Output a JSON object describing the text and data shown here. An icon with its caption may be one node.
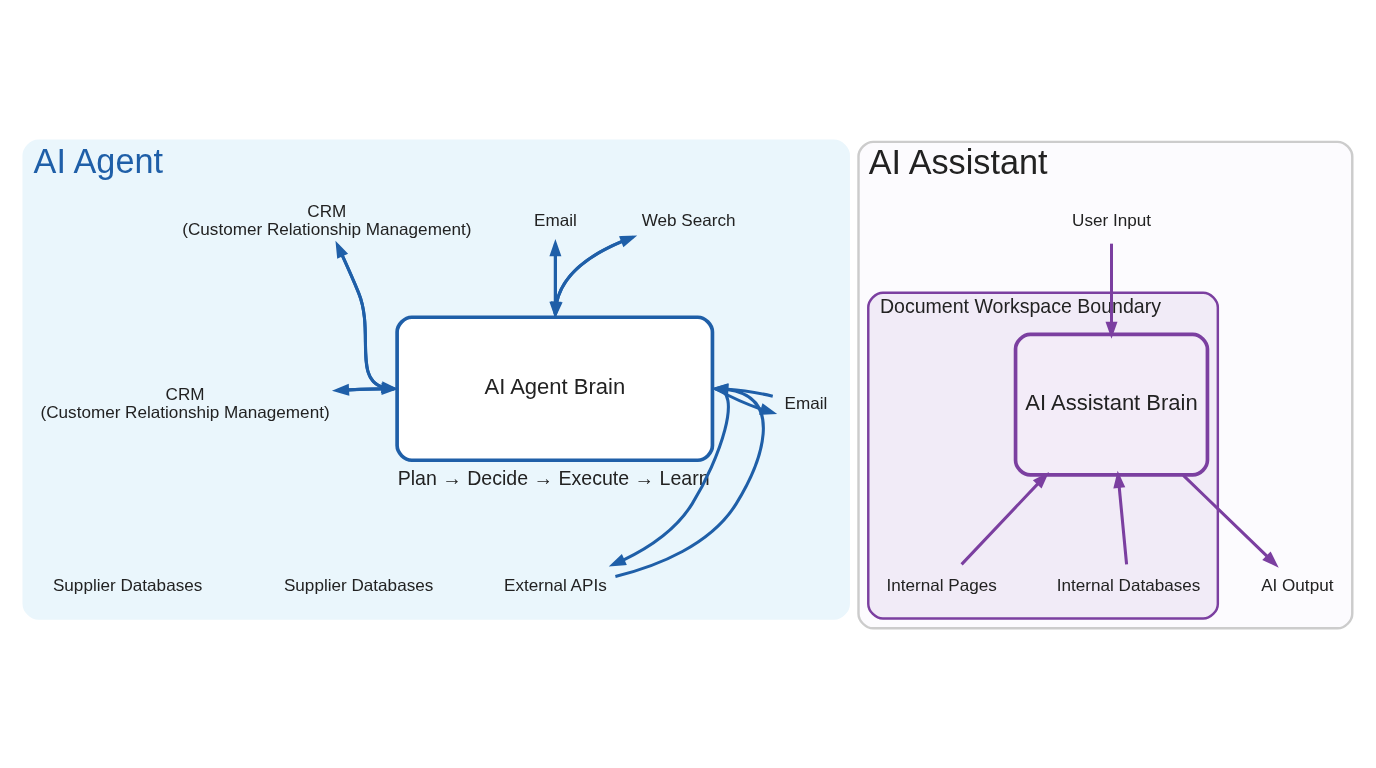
{
  "diagram": {
    "nodes": [
      {
        "text": [
          "AI Agent"
        ]
      },
      {
        "text": [
          "AI Agent Brain"
        ],
        "in": 0,
        "beside": [
          "Plan → Decide → Execute → Learn"
        ]
      },
      {
        "text": [
          "Web Search"
        ],
        "in": 0
      },
      {
        "text": [
          "Email"
        ],
        "in": 0
      },
      {
        "text": [
          "CRM",
          "(Customer Relationship Management)"
        ],
        "in": 0
      },
      {
        "text": [
          "Email"
        ],
        "in": 0
      },
      {
        "text": [
          "CRM",
          "(Customer Relationship Management)"
        ],
        "in": 0
      },
      {
        "text": [
          "Supplier Databases"
        ],
        "in": 0
      },
      {
        "text": [
          "External APIs"
        ],
        "in": 0
      },
      {
        "text": [
          "Supplier Databases"
        ],
        "in": 0
      },
      {
        "text": [
          "AI Assistant"
        ]
      },
      {
        "text": [
          "Document Workspace Boundary"
        ],
        "in": 10
      },
      {
        "text": [
          "AI Assistant Brain"
        ],
        "in": 11
      },
      {
        "text": [
          "User Input"
        ],
        "in": 10
      },
      {
        "text": [
          "AI Output"
        ],
        "in": 10
      },
      {
        "text": [
          "Internal Pages"
        ],
        "in": 11
      },
      {
        "text": [
          "Internal Databases"
        ],
        "in": 11
      }
    ],
    "edges": [
      {
        "from": 1,
        "to": 2,
        "arrow": "to"
      },
      {
        "from": 2,
        "to": 1,
        "arrow": "to"
      },
      {
        "from": 1,
        "to": 3,
        "arrow": "to"
      },
      {
        "from": 3,
        "to": 1,
        "arrow": "to"
      },
      {
        "from": 1,
        "to": 4,
        "arrow": "to"
      },
      {
        "from": 4,
        "to": 1,
        "arrow": "to"
      },
      {
        "from": 5,
        "to": 1,
        "arrow": "to"
      },
      {
        "from": 1,
        "to": 5,
        "arrow": "to"
      },
      {
        "from": 1,
        "to": 6,
        "arrow": "to"
      },
      {
        "from": 6,
        "to": 1,
        "arrow": "to"
      },
      {
        "from": 1,
        "to": 8,
        "arrow": "to"
      },
      {
        "from": 8,
        "to": 1,
        "arrow": "to"
      },
      {
        "from": 13,
        "to": 12,
        "arrow": "to",
        "color": "#7b3fa0"
      },
      {
        "from": 12,
        "to": 14,
        "arrow": "to",
        "color": "#7b3fa0"
      },
      {
        "from": 15,
        "to": 12,
        "arrow": "to",
        "color": "#7b3fa0"
      },
      {
        "from": 16,
        "to": 12,
        "arrow": "to",
        "color": "#7b3fa0"
      }
    ]
  }
}
